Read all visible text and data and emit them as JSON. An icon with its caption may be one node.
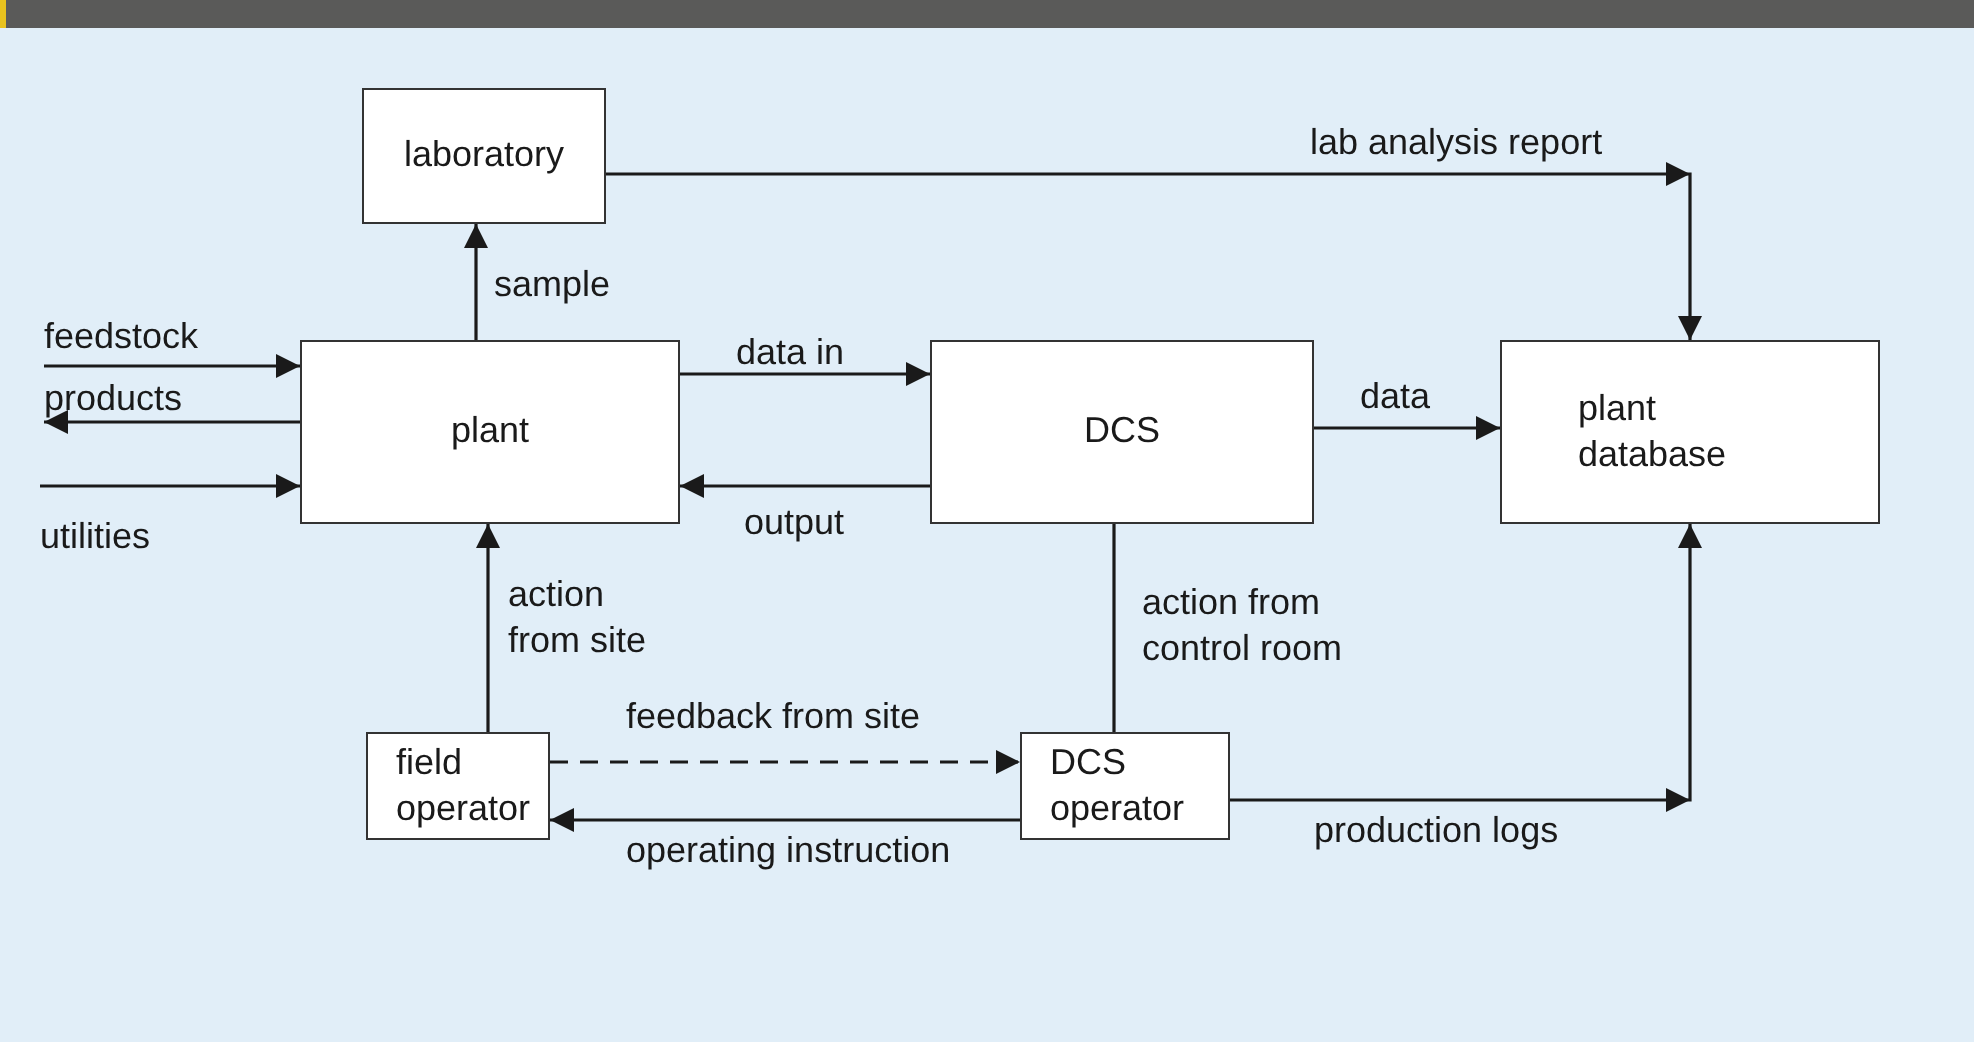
{
  "diagram": {
    "nodes": [
      {
        "text": [
          "laboratory"
        ]
      },
      {
        "text": [
          "plant"
        ]
      },
      {
        "text": [
          "DCS"
        ]
      },
      {
        "text": [
          "plant database"
        ]
      },
      {
        "text": [
          "field operator"
        ]
      },
      {
        "text": [
          "DCS operator"
        ]
      }
    ],
    "edges": [
      {
        "from": null,
        "to": 1,
        "arrow": "to",
        "label": "feedstock"
      },
      {
        "from": 1,
        "to": null,
        "arrow": "to",
        "label": "products"
      },
      {
        "from": null,
        "to": 1,
        "arrow": "to",
        "label": "utilities"
      },
      {
        "from": 1,
        "to": 0,
        "arrow": "to",
        "label": "sample"
      },
      {
        "from": 1,
        "to": 2,
        "arrow": "to",
        "label": "data in"
      },
      {
        "from": 2,
        "to": 1,
        "arrow": "to",
        "label": "output"
      },
      {
        "from": 2,
        "to": 3,
        "arrow": "to",
        "label": "data"
      },
      {
        "from": 0,
        "to": 3,
        "arrow": "to",
        "label": "lab analysis report"
      },
      {
        "from": 4,
        "to": 1,
        "arrow": "to",
        "label": "action from site"
      },
      {
        "from": 4,
        "to": 5,
        "arrow": "to",
        "label": "feedback from site",
        "style": "dashed"
      },
      {
        "from": 5,
        "to": 4,
        "arrow": "to",
        "label": "operating instruction"
      },
      {
        "from": 2,
        "to": 5,
        "arrow": "none",
        "label": "action from control room"
      },
      {
        "from": 5,
        "to": 3,
        "arrow": "to",
        "label": "production logs"
      }
    ]
  }
}
